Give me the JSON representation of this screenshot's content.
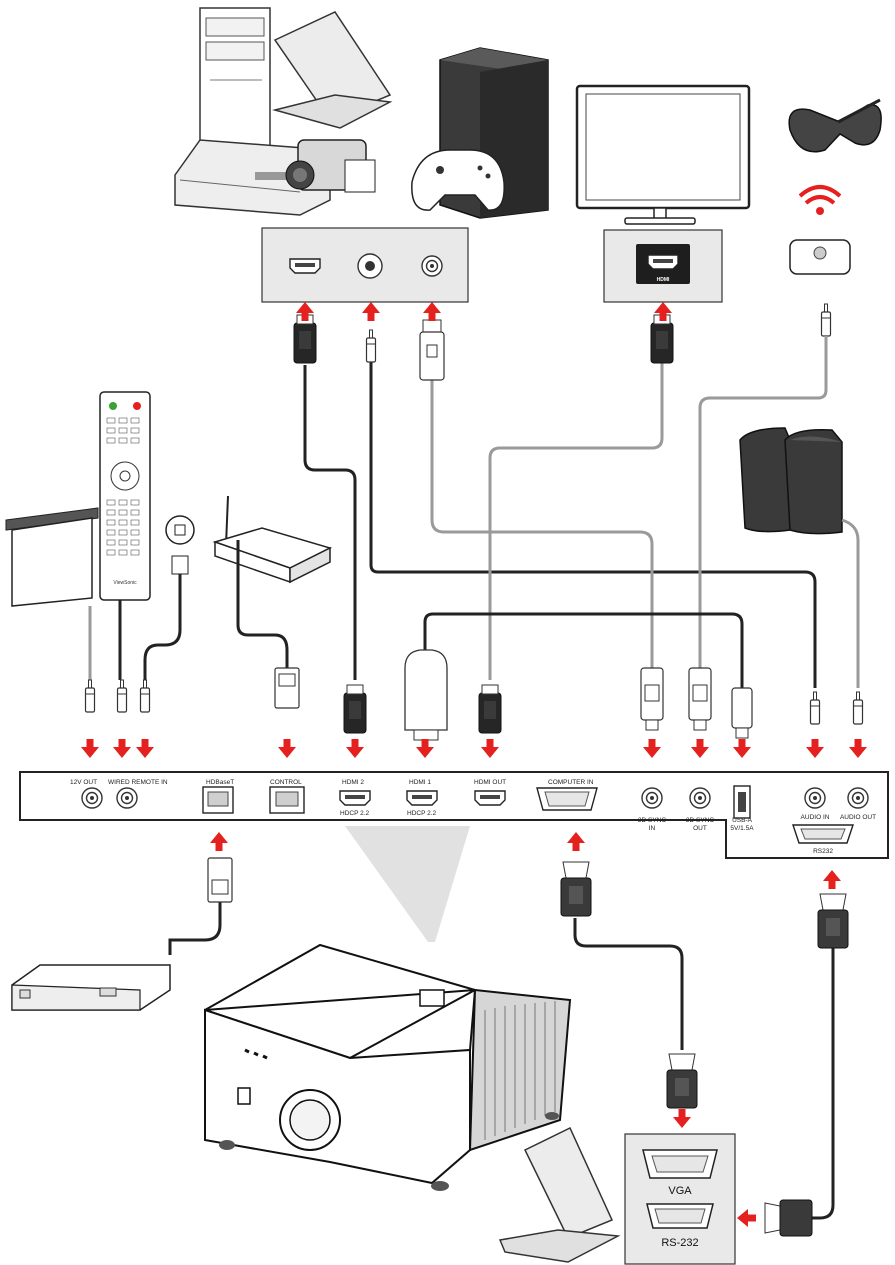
{
  "diagram": {
    "panel_ports": {
      "out_12v": "12V OUT",
      "wired_remote_in": "WIRED REMOTE IN",
      "hdbaset": "HDBaseT",
      "control": "CONTROL",
      "hdmi2": "HDMI 2",
      "hdmi2_sub": "HDCP 2.2",
      "hdmi1": "HDMI 1",
      "hdmi1_sub": "HDCP 2.2",
      "hdmi_out": "HDMI OUT",
      "computer_in": "COMPUTER IN",
      "sync_in_1": "3D SYNC",
      "sync_in_2": "IN",
      "sync_out_1": "3D SYNC",
      "sync_out_2": "OUT",
      "usb_1": "USB-A",
      "usb_2": "5V/1.5A",
      "audio_in": "AUDIO IN",
      "audio_out": "AUDIO OUT",
      "rs232": "RS232"
    },
    "monitor_port_label": "HDMI",
    "remote_brand": "ViewSonic",
    "laptop_ports": {
      "vga": "VGA",
      "rs232": "RS-232"
    }
  },
  "colors": {
    "arrow": "#e5211f",
    "cable_black": "#222222",
    "cable_gray": "#9a9a9a",
    "panel_fill": "#e9e9e9",
    "wifi": "#e5211f"
  }
}
